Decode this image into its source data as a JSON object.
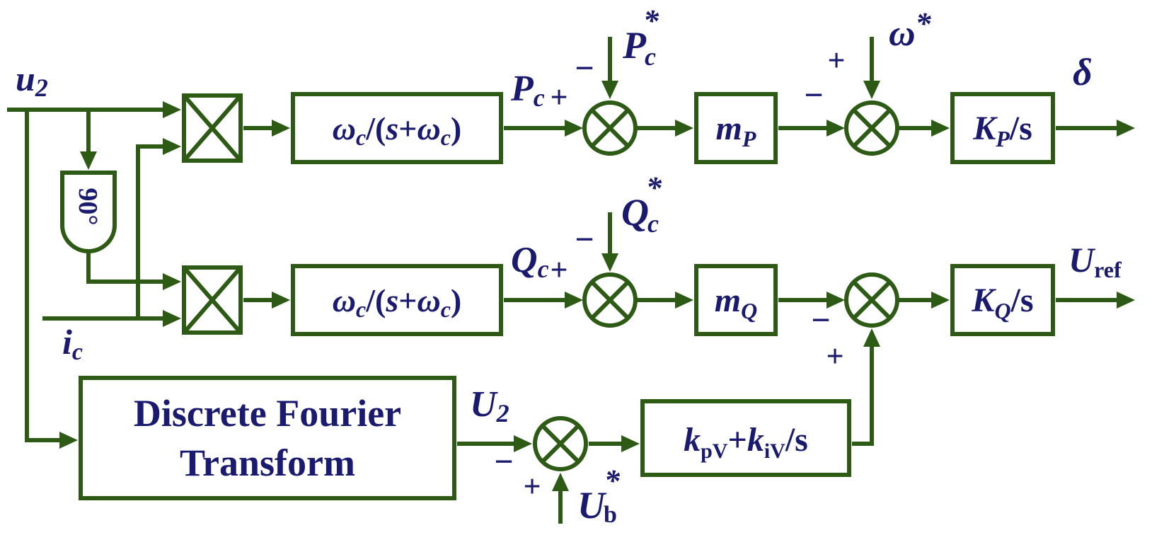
{
  "colors": {
    "line": "#2d5a14",
    "text": "#1a1a6e",
    "background": "#ffffff"
  },
  "signals": {
    "u2": {
      "base": "u",
      "sub": "2"
    },
    "ic": {
      "base": "i",
      "sub": "c"
    },
    "Pc": {
      "base": "P",
      "sub": "c"
    },
    "Qc": {
      "base": "Q",
      "sub": "c"
    },
    "Pc_ref": {
      "base": "P",
      "sub": "c",
      "sup": "*"
    },
    "Qc_ref": {
      "base": "Q",
      "sub": "c",
      "sup": "*"
    },
    "omega_ref": {
      "base": "ω",
      "sup": "*"
    },
    "delta": "δ",
    "Uref": {
      "base": "U",
      "sub": "ref"
    },
    "U2": {
      "base": "U",
      "sub": "2"
    },
    "Ub_ref": {
      "base": "U",
      "sub": "b",
      "sup": "*"
    }
  },
  "blocks": {
    "phase_shift": "90°",
    "lpf_p": {
      "a": "ω",
      "a_sub": "c",
      "b": "/(",
      "c": "s",
      "d": "+",
      "e": "ω",
      "e_sub": "c",
      "f": ")"
    },
    "lpf_q": {
      "a": "ω",
      "a_sub": "c",
      "b": "/(",
      "c": "s",
      "d": "+",
      "e": "ω",
      "e_sub": "c",
      "f": ")"
    },
    "mp": {
      "base": "m",
      "sub": "P"
    },
    "mq": {
      "base": "m",
      "sub": "Q"
    },
    "kp": {
      "base": "K",
      "sub": "P",
      "tail": "/s"
    },
    "kq": {
      "base": "K",
      "sub": "Q",
      "tail": "/s"
    },
    "pi": {
      "k1": "k",
      "k1_sub": "pV",
      "plus": "+",
      "k2": "k",
      "k2_sub": "iV",
      "tail": "/s"
    },
    "dft_line1": "Discrete Fourier",
    "dft_line2": "Transform"
  },
  "signs": {
    "plus": "+",
    "minus": "−"
  }
}
